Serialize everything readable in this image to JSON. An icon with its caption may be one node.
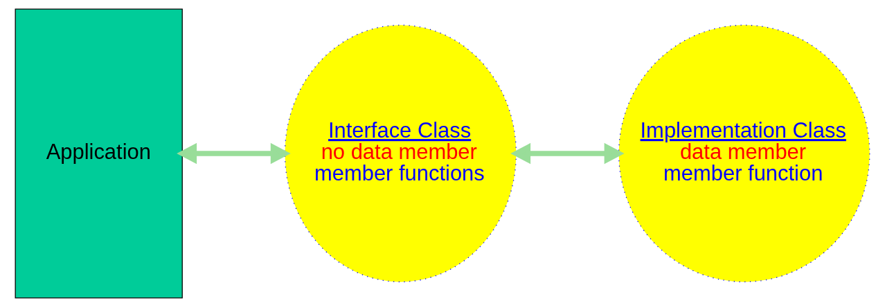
{
  "diagram": {
    "nodes": [
      {
        "text": [
          "Application"
        ]
      },
      {
        "text": [
          "Interface Class",
          "no data member",
          "member functions"
        ]
      },
      {
        "text": [
          "Implementation Class",
          "data member",
          "member function"
        ]
      }
    ],
    "edges": [
      {
        "from": 0,
        "to": 1,
        "arrow": "both"
      },
      {
        "from": 1,
        "to": 2,
        "arrow": "both"
      }
    ]
  }
}
